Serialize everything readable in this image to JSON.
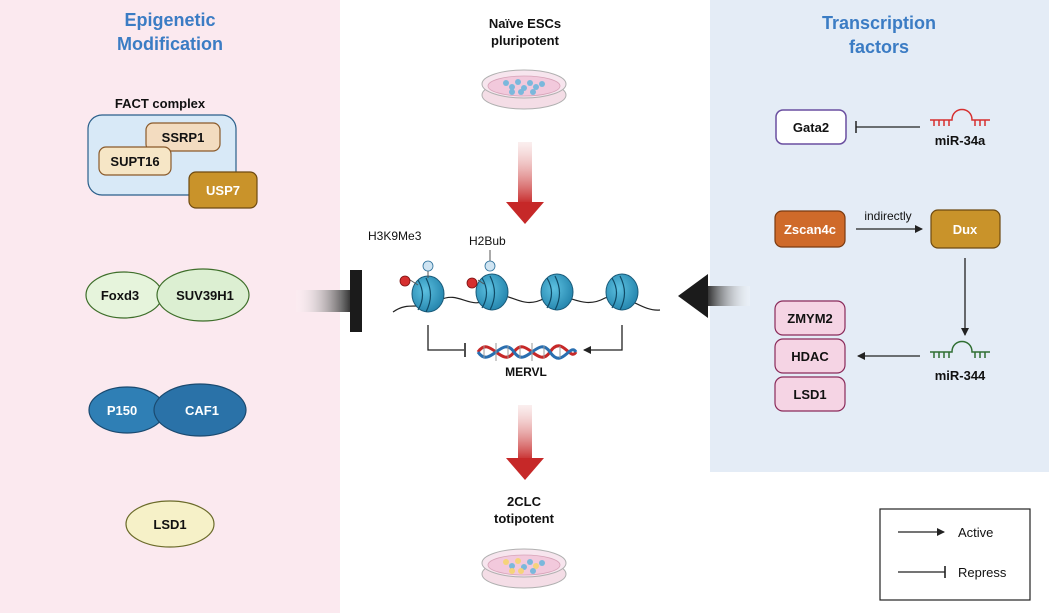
{
  "left_panel": {
    "title_line1": "Epigenetic",
    "title_line2": "Modification",
    "fact_label": "FACT complex",
    "ssrp1": "SSRP1",
    "supt16": "SUPT16",
    "usp7": "USP7",
    "foxd3": "Foxd3",
    "suv39h1": "SUV39H1",
    "p150": "P150",
    "caf1": "CAF1",
    "lsd1": "LSD1"
  },
  "center": {
    "top_label_line1": "Naïve ESCs",
    "top_label_line2": "pluripotent",
    "h3k9me3": "H3K9Me3",
    "h2bub": "H2Bub",
    "mervl": "MERVL",
    "bottom_label_line1": "2CLC",
    "bottom_label_line2": "totipotent"
  },
  "right_panel": {
    "title_line1": "Transcription",
    "title_line2": "factors",
    "gata2": "Gata2",
    "mir34a": "miR-34a",
    "zscan4c": "Zscan4c",
    "indirectly": "indirectly",
    "dux": "Dux",
    "zmym2": "ZMYM2",
    "hdac": "HDAC",
    "lsd1": "LSD1",
    "mir344": "miR-344"
  },
  "legend": {
    "active": "Active",
    "repress": "Repress"
  },
  "colors": {
    "left_panel_bg": "#fbe9ef",
    "right_panel_bg": "#e4ecf6",
    "title_blue": "#3b7cc4",
    "red_arrow": "#c62828",
    "nucleosome": "#2b8fb8",
    "gold": "#c9932a",
    "orange": "#cf6a2a",
    "pink_box": "#f5d4e4",
    "purple_border": "#6a4fa0",
    "fact_bg": "#d8e9f7",
    "beige": "#f3dcc0",
    "green_oval": "#dcefd2",
    "blue_oval": "#2a72a8",
    "yellow_oval": "#f6f1c8",
    "mir34a_red": "#d62f2f",
    "mir344_green": "#2f6e32"
  }
}
